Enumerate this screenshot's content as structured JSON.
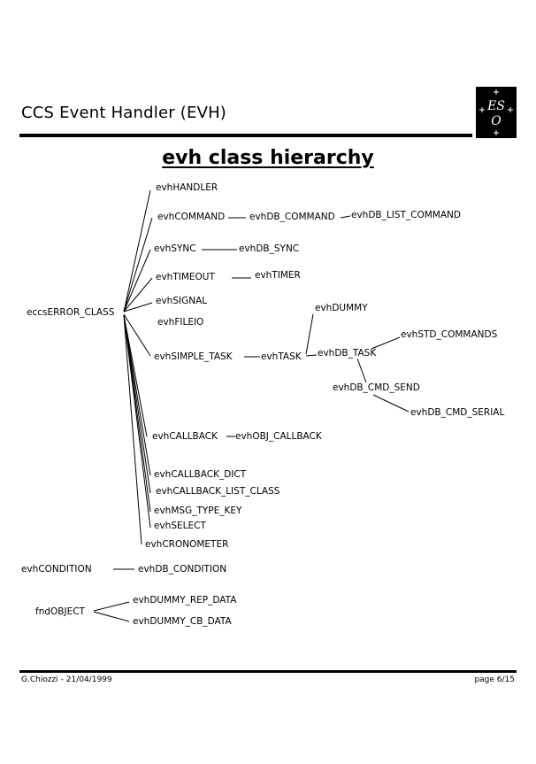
{
  "header": {
    "title": "CCS Event Handler (EVH)",
    "logo_text": "ESO"
  },
  "slide": {
    "title": "evh class hierarchy"
  },
  "nodes": {
    "eccs_error_class": "eccsERROR_CLASS",
    "evh_handler": "evhHANDLER",
    "evh_command": "evhCOMMAND",
    "evh_db_command": "evhDB_COMMAND",
    "evh_db_list_command": "evhDB_LIST_COMMAND",
    "evh_sync": "evhSYNC",
    "evh_db_sync": "evhDB_SYNC",
    "evh_timeout": "evhTIMEOUT",
    "evh_timer": "evhTIMER",
    "evh_signal": "evhSIGNAL",
    "evh_fileio": "evhFILEIO",
    "evh_dummy": "evhDUMMY",
    "evh_std_commands": "evhSTD_COMMANDS",
    "evh_simple_task": "evhSIMPLE_TASK",
    "evh_task": "evhTASK",
    "evh_db_task": "evhDB_TASK",
    "evh_db_cmd_send": "evhDB_CMD_SEND",
    "evh_db_cmd_serial": "evhDB_CMD_SERIAL",
    "evh_callback": "evhCALLBACK",
    "evh_obj_callback": "evhOBJ_CALLBACK",
    "evh_callback_dict": "evhCALLBACK_DICT",
    "evh_callback_list_class": "evhCALLBACK_LIST_CLASS",
    "evh_msg_type_key": "evhMSG_TYPE_KEY",
    "evh_select": "evhSELECT",
    "evh_cronometer": "evhCRONOMETER",
    "evh_condition": "evhCONDITION",
    "evh_db_condition": "evhDB_CONDITION",
    "fnd_object": "fndOBJECT",
    "evh_dummy_rep_data": "evhDUMMY_REP_DATA",
    "evh_dummy_cb_data": "evhDUMMY_CB_DATA"
  },
  "footer": {
    "author_date": "G.Chiozzi - 21/04/1999",
    "page": "page 6/15"
  }
}
